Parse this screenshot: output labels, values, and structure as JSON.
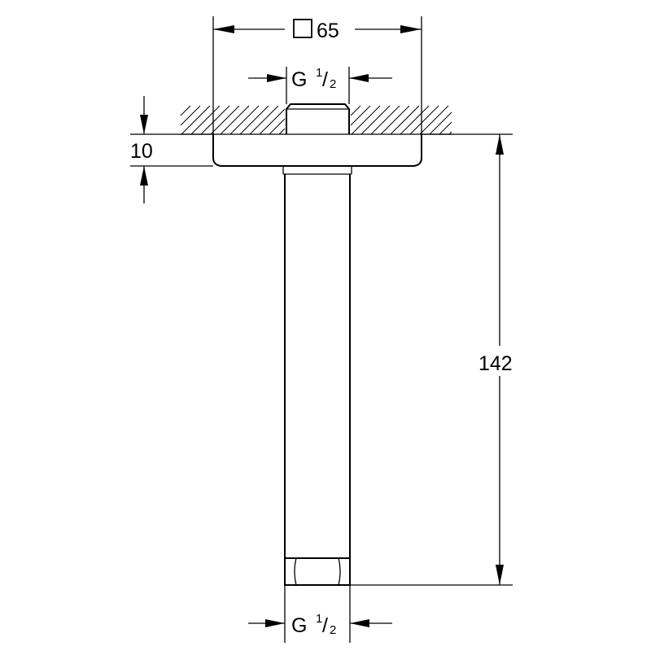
{
  "dimensions": {
    "flange_width": {
      "symbol": "square-icon",
      "value": "65"
    },
    "top_thread": {
      "prefix": "G",
      "numerator": "1",
      "slash": "/",
      "denominator": "2"
    },
    "flange_thickness": {
      "value": "10"
    },
    "arm_length": {
      "value": "142"
    },
    "bottom_thread": {
      "prefix": "G",
      "numerator": "1",
      "slash": "/",
      "denominator": "2"
    }
  }
}
